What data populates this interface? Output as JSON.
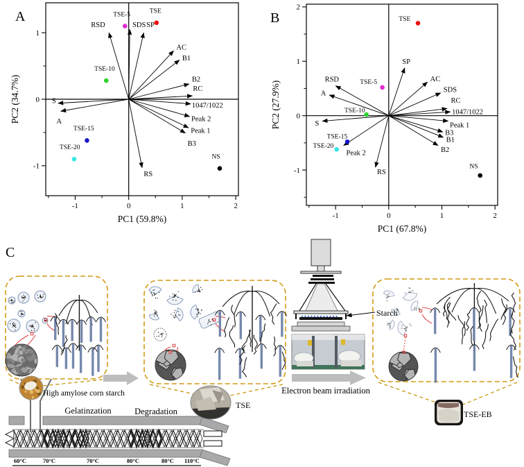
{
  "figure": {
    "panelA_label": "A",
    "panelB_label": "B",
    "panelC_label": "C"
  },
  "colors": {
    "tse": "#ee1111",
    "tse5": "#e42ad2",
    "tse10": "#2fd32f",
    "tse15": "#1515cc",
    "tse20": "#35e8e8",
    "ns": "#000000",
    "dashed_box_accent": "#d19a12",
    "callout_red": "#e23b3b",
    "helix_blue": "#6f82a8",
    "process_arrow_gray": "#bdbdbd"
  },
  "chart_data": [
    {
      "type": "scatter",
      "panel": "A",
      "title": "",
      "xlabel": "PC1 (59.8%)",
      "ylabel": "PC2 (34.7%)",
      "xlim": [
        -1.55,
        2.05
      ],
      "ylim": [
        -1.45,
        1.45
      ],
      "xticks": [
        -1,
        0,
        1,
        2
      ],
      "yticks": [
        -1,
        0,
        1
      ],
      "grid": false,
      "legend": false,
      "points": [
        {
          "label": "TSE",
          "x": 0.52,
          "y": 1.15,
          "color": "#ee1111",
          "lx": 0.5,
          "ly": 1.33
        },
        {
          "label": "TSE-5",
          "x": -0.07,
          "y": 1.1,
          "color": "#e42ad2",
          "lx": -0.13,
          "ly": 1.28
        },
        {
          "label": "TSE-10",
          "x": -0.42,
          "y": 0.28,
          "color": "#2fd32f",
          "lx": -0.45,
          "ly": 0.46
        },
        {
          "label": "TSE-15",
          "x": -0.78,
          "y": -0.62,
          "color": "#1515cc",
          "lx": -0.84,
          "ly": -0.44
        },
        {
          "label": "TSE-20",
          "x": -1.02,
          "y": -0.9,
          "color": "#35e8e8",
          "lx": -1.1,
          "ly": -0.72
        },
        {
          "label": "NS",
          "x": 1.7,
          "y": -1.04,
          "color": "#000000",
          "lx": 1.63,
          "ly": -0.86
        }
      ],
      "arrows": [
        {
          "label": "RSD",
          "x": -0.37,
          "y": 1.0,
          "lx": -0.44,
          "ly": 1.12,
          "anchor": "end"
        },
        {
          "label": "SDS",
          "x": 0.02,
          "y": 1.05,
          "lx": 0.07,
          "ly": 1.12,
          "anchor": "start"
        },
        {
          "label": "SP",
          "x": 0.28,
          "y": 1.0,
          "lx": 0.33,
          "ly": 1.12,
          "anchor": "start"
        },
        {
          "label": "AC",
          "x": 0.84,
          "y": 0.73,
          "lx": 0.89,
          "ly": 0.78,
          "anchor": "start"
        },
        {
          "label": "B1",
          "x": 0.95,
          "y": 0.59,
          "lx": 1.0,
          "ly": 0.62,
          "anchor": "start"
        },
        {
          "label": "B2",
          "x": 1.13,
          "y": 0.23,
          "lx": 1.18,
          "ly": 0.3,
          "anchor": "start"
        },
        {
          "label": "RC",
          "x": 1.19,
          "y": 0.05,
          "lx": 1.2,
          "ly": 0.16,
          "anchor": "start"
        },
        {
          "label": "1047/1022",
          "x": 1.16,
          "y": -0.07,
          "lx": 1.18,
          "ly": -0.09,
          "anchor": "start"
        },
        {
          "label": "Peak 2",
          "x": 1.14,
          "y": -0.26,
          "lx": 1.17,
          "ly": -0.29,
          "anchor": "start"
        },
        {
          "label": "Peak 1",
          "x": 1.12,
          "y": -0.43,
          "lx": 1.16,
          "ly": -0.47,
          "anchor": "start"
        },
        {
          "label": "B3",
          "x": 1.06,
          "y": -0.51,
          "lx": 1.1,
          "ly": -0.66,
          "anchor": "start"
        },
        {
          "label": "RS",
          "x": 0.25,
          "y": -1.03,
          "lx": 0.28,
          "ly": -1.12,
          "anchor": "start"
        },
        {
          "label": "S",
          "x": -1.32,
          "y": -0.06,
          "lx": -1.36,
          "ly": -0.02,
          "anchor": "end"
        },
        {
          "label": "A",
          "x": -1.27,
          "y": -0.18,
          "lx": -1.3,
          "ly": -0.33,
          "anchor": "middle"
        }
      ]
    },
    {
      "type": "scatter",
      "panel": "B",
      "title": "",
      "xlabel": "PC1 (67.8%)",
      "ylabel": "PC2 (27.9%)",
      "xlim": [
        -1.55,
        2.05
      ],
      "ylim": [
        -1.65,
        2.05
      ],
      "xticks": [
        -1,
        0,
        1,
        2
      ],
      "yticks": [
        -1,
        0,
        1,
        2
      ],
      "grid": false,
      "legend": false,
      "points": [
        {
          "label": "TSE",
          "x": 0.55,
          "y": 1.7,
          "color": "#ee1111",
          "lx": 0.3,
          "ly": 1.78
        },
        {
          "label": "TSE-5",
          "x": -0.12,
          "y": 0.52,
          "color": "#e42ad2",
          "lx": -0.38,
          "ly": 0.62
        },
        {
          "label": "TSE-10",
          "x": -0.42,
          "y": 0.02,
          "color": "#2fd32f",
          "lx": -0.64,
          "ly": 0.1
        },
        {
          "label": "TSE-15",
          "x": -0.78,
          "y": -0.48,
          "color": "#1515cc",
          "lx": -0.97,
          "ly": -0.38
        },
        {
          "label": "TSE-20",
          "x": -0.98,
          "y": -0.62,
          "color": "#35e8e8",
          "lx": -1.23,
          "ly": -0.55
        },
        {
          "label": "NS",
          "x": 1.72,
          "y": -1.1,
          "color": "#000000",
          "lx": 1.6,
          "ly": -0.93
        }
      ],
      "arrows": [
        {
          "label": "SP",
          "x": 0.3,
          "y": 0.88,
          "lx": 0.33,
          "ly": 1.0,
          "anchor": "middle"
        },
        {
          "label": "AC",
          "x": 0.73,
          "y": 0.62,
          "lx": 0.78,
          "ly": 0.68,
          "anchor": "start"
        },
        {
          "label": "SDS",
          "x": 0.98,
          "y": 0.42,
          "lx": 1.03,
          "ly": 0.48,
          "anchor": "start"
        },
        {
          "label": "RC",
          "x": 1.1,
          "y": 0.13,
          "lx": 1.17,
          "ly": 0.28,
          "anchor": "start"
        },
        {
          "label": "1047/1022",
          "x": 1.16,
          "y": 0.07,
          "lx": 1.19,
          "ly": 0.07,
          "anchor": "start"
        },
        {
          "label": "Peak 1",
          "x": 1.12,
          "y": -0.1,
          "lx": 1.15,
          "ly": -0.17,
          "anchor": "start"
        },
        {
          "label": "B3",
          "x": 1.02,
          "y": -0.3,
          "lx": 1.06,
          "ly": -0.31,
          "anchor": "start"
        },
        {
          "label": "B1",
          "x": 1.03,
          "y": -0.4,
          "lx": 1.08,
          "ly": -0.44,
          "anchor": "start"
        },
        {
          "label": "B2",
          "x": 0.93,
          "y": -0.55,
          "lx": 0.98,
          "ly": -0.62,
          "anchor": "start"
        },
        {
          "label": "RS",
          "x": -0.25,
          "y": -0.95,
          "lx": -0.22,
          "ly": -1.03,
          "anchor": "start"
        },
        {
          "label": "Peak 2",
          "x": -0.85,
          "y": -0.55,
          "lx": -0.8,
          "ly": -0.68,
          "anchor": "start"
        },
        {
          "label": "S",
          "x": -1.25,
          "y": -0.1,
          "lx": -1.31,
          "ly": -0.14,
          "anchor": "end"
        },
        {
          "label": "A",
          "x": -1.12,
          "y": 0.38,
          "lx": -1.18,
          "ly": 0.42,
          "anchor": "end"
        },
        {
          "label": "RSD",
          "x": -1.0,
          "y": 0.55,
          "lx": -1.07,
          "ly": 0.67,
          "anchor": "middle"
        }
      ]
    }
  ],
  "panelC": {
    "hopper_label": "High amylose corn starch",
    "zone1": "Gelatinzation",
    "zone2": "Degradation",
    "temperatures": [
      "60°C",
      "70°C",
      "70°C",
      "80°C",
      "80°C",
      "110°C"
    ],
    "tse_label": "TSE",
    "starch_label": "Starch",
    "ebeam_label": "Electron beam irradiation",
    "tse_eb_label": "TSE-EB"
  }
}
